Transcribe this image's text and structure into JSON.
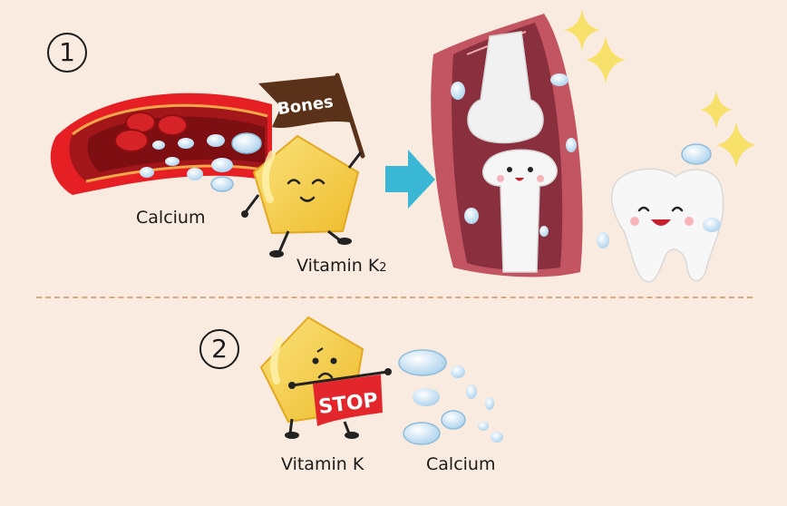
{
  "steps": [
    {
      "number": "1",
      "labels": {
        "calcium": "Calcium",
        "vitamin_k2": "Vitamin K",
        "vitamin_k2_sub": "2",
        "flag": "Bones"
      }
    },
    {
      "number": "2",
      "labels": {
        "vitamin_k": "Vitamin K",
        "calcium": "Calcium",
        "sign": "STOP"
      }
    }
  ],
  "colors": {
    "background": "#f9ebdf",
    "vessel": "#e61f25",
    "blood_cell": "#c4161c",
    "calcium": "#cfe6f5",
    "vitamin": "#f4d04b",
    "flag": "#5a3219",
    "stop_sign": "#e2262b",
    "arrow": "#3bb7d6",
    "sparkle": "#f7e16b",
    "divider": "#d8a989"
  }
}
